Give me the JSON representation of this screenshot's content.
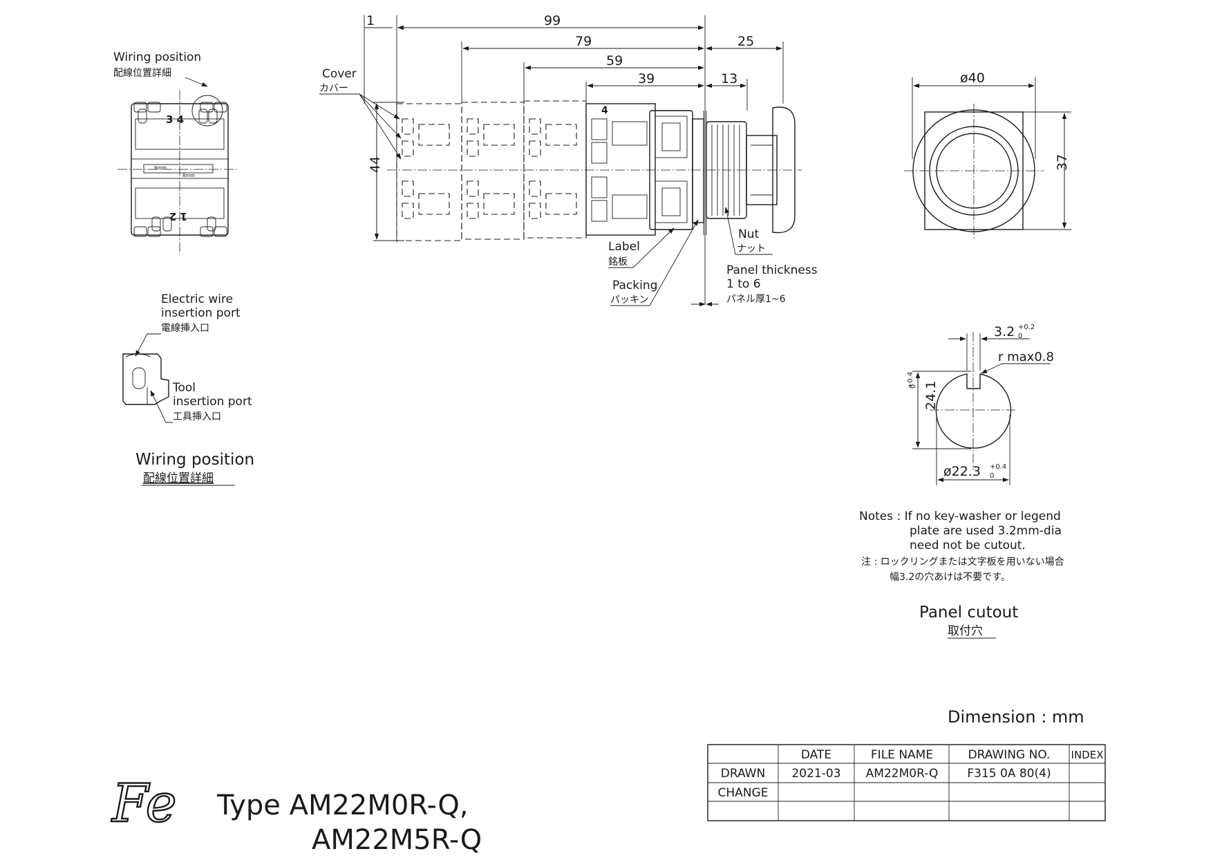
{
  "wiring_detail": {
    "label_en": "Wiring position",
    "label_jp": "配線位置詳細",
    "terminal_top": "3 4",
    "terminal_bottom": "1 2",
    "tiny_label_a": "8mm",
    "tiny_label_b": "8mm"
  },
  "port_detail": {
    "wire_port_en_1": "Electric wire",
    "wire_port_en_2": "insertion port",
    "wire_port_jp": "電線挿入口",
    "tool_port_en_1": "Tool",
    "tool_port_en_2": "insertion port",
    "tool_port_jp": "工具挿入口",
    "title_en": "Wiring position",
    "title_jp": "配線位置詳細"
  },
  "side_view": {
    "dim_1": "1",
    "dim_99": "99",
    "dim_79": "79",
    "dim_59": "59",
    "dim_39": "39",
    "dim_25": "25",
    "dim_13": "13",
    "dim_44": "44",
    "block_label": "4",
    "cover_en": "Cover",
    "cover_jp": "カバー",
    "label_en": "Label",
    "label_jp": "銘板",
    "packing_en": "Packing",
    "packing_jp": "パッキン",
    "nut_en": "Nut",
    "nut_jp": "ナット",
    "panel_en_1": "Panel thickness",
    "panel_en_2": "1 to 6",
    "panel_jp": "パネル厚1~6"
  },
  "front_view": {
    "dia_40": "ø40",
    "dim_37": "37"
  },
  "cutout": {
    "key_width": "3.2",
    "key_width_tol_upper": "+0.2",
    "key_width_tol_lower": "0",
    "radius": "r max0.8",
    "height": "24.1",
    "height_tol_upper": "+0.4",
    "height_tol_lower": "0",
    "diameter": "ø22.3",
    "diameter_tol_upper": "+0.4",
    "diameter_tol_lower": "0",
    "notes_en_1": "Notes : If no key-washer or legend",
    "notes_en_2": "plate are used 3.2mm-dia",
    "notes_en_3": "need not be cutout.",
    "notes_jp_1": "注 : ロックリングまたは文字板を用いない場合",
    "notes_jp_2": "幅3.2の穴あけは不要です。",
    "title_en": "Panel cutout",
    "title_jp": "取付穴"
  },
  "dimension_unit": "Dimension : mm",
  "title_block": {
    "headers": [
      "",
      "DATE",
      "FILE NAME",
      "DRAWING NO.",
      "INDEX"
    ],
    "rows": [
      [
        "DRAWN",
        "2021-03",
        "AM22M0R-Q",
        "F315 0A 80(4)",
        ""
      ],
      [
        "CHANGE",
        "",
        "",
        "",
        ""
      ],
      [
        "",
        "",
        "",
        "",
        ""
      ]
    ]
  },
  "brand": {
    "logo_text": "Fe",
    "type_line_1": "Type AM22M0R-Q,",
    "type_line_2": "AM22M5R-Q"
  }
}
